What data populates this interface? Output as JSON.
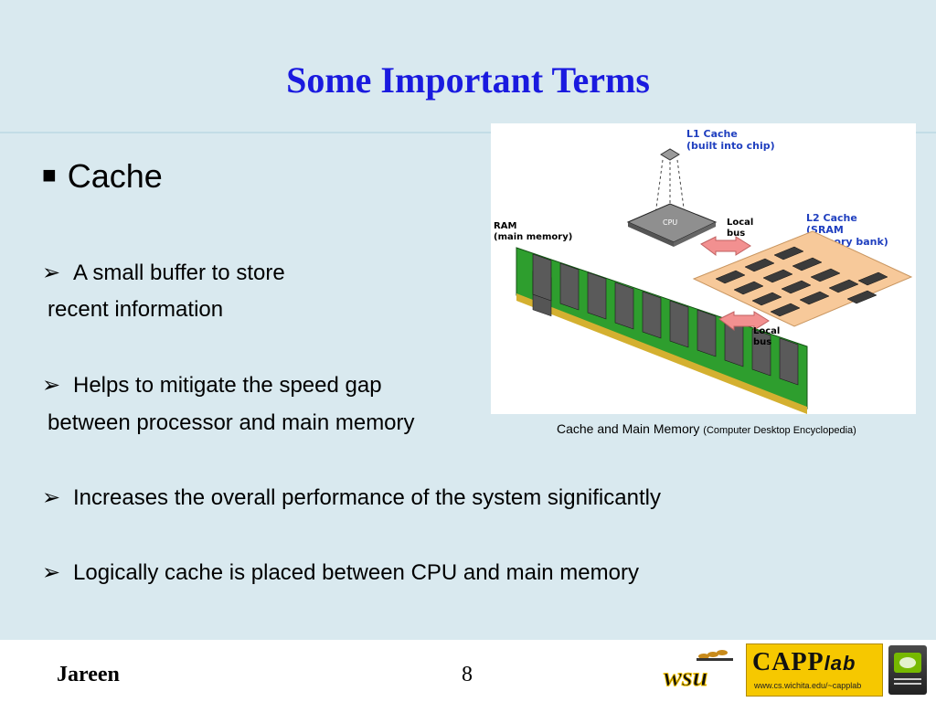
{
  "slide": {
    "title": "Some Important Terms",
    "main_bullet_marker": "■",
    "main_bullet": "Cache",
    "sub_bullet_marker": "➢",
    "bullets": [
      {
        "line1": "A small buffer to store",
        "line2": "recent information"
      },
      {
        "line1": "Helps to mitigate the speed gap",
        "line2": "between processor and main memory"
      },
      {
        "line1": "Increases the overall performance of the system significantly"
      },
      {
        "line1": "Logically cache is placed between CPU and main memory"
      }
    ]
  },
  "figure": {
    "labels": {
      "l1_line1": "L1 Cache",
      "l1_line2": "(built into chip)",
      "cpu": "CPU",
      "ram_line1": "RAM",
      "ram_line2": "(main memory)",
      "local_bus_top_line1": "Local",
      "local_bus_top_line2": "bus",
      "l2_line1": "L2 Cache",
      "l2_line2": "(SRAM",
      "l2_line3": "memory bank)",
      "local_bus_bottom_line1": "Local",
      "local_bus_bottom_line2": "bus"
    },
    "caption": "Cache and Main Memory",
    "caption_source": "(Computer Desktop Encyclopedia)"
  },
  "footer": {
    "author": "Jareen",
    "page_number": "8",
    "logo_wsu": "wsu",
    "logo_capp": "CAPP",
    "logo_lab": "lab",
    "logo_url": "www.cs.wichita.edu/~capplab"
  },
  "colors": {
    "title": "#1a1adf",
    "background": "#d9e9ef",
    "ram_board": "#2e9e2e",
    "l2_board": "#f7c99a",
    "arrow": "#f29090",
    "label_blue": "#1f3fbf"
  }
}
